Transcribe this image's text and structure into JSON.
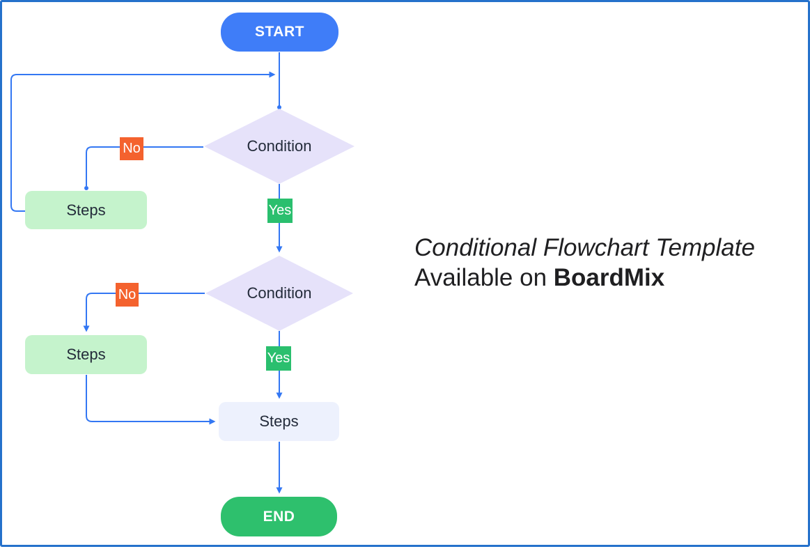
{
  "flowchart": {
    "nodes": {
      "start": {
        "label": "START",
        "color": "#3f7df8",
        "shape": "terminal"
      },
      "condition1": {
        "label": "Condition",
        "color": "#e6e2fa",
        "shape": "diamond"
      },
      "steps1": {
        "label": "Steps",
        "color": "#c5f3cc",
        "shape": "process"
      },
      "condition2": {
        "label": "Condition",
        "color": "#e6e2fa",
        "shape": "diamond"
      },
      "steps2": {
        "label": "Steps",
        "color": "#c5f3cc",
        "shape": "process"
      },
      "steps3": {
        "label": "Steps",
        "color": "#edf1fd",
        "shape": "process"
      },
      "end": {
        "label": "END",
        "color": "#2ec06d",
        "shape": "terminal"
      }
    },
    "edge_labels": {
      "no1": {
        "label": "No",
        "color": "#f4622e"
      },
      "yes1": {
        "label": "Yes",
        "color": "#2abf6e"
      },
      "no2": {
        "label": "No",
        "color": "#f4622e"
      },
      "yes2": {
        "label": "Yes",
        "color": "#2abf6e"
      }
    },
    "connector_color": "#3377f3",
    "frame_border_color": "#2571cb"
  },
  "caption": {
    "line1": "Conditional Flowchart Template",
    "line2_prefix": "Available on ",
    "line2_brand": "BoardMix"
  }
}
